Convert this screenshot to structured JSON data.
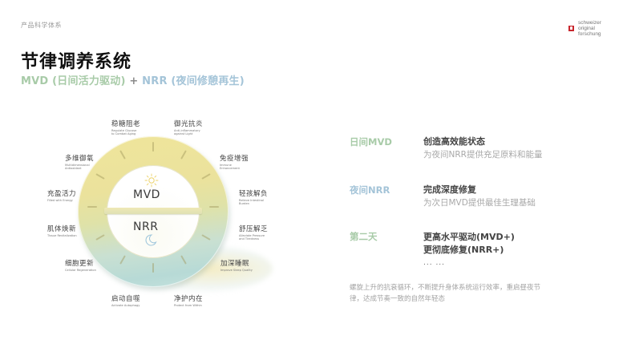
{
  "header": {
    "breadcrumb": "产品科学体系",
    "title": "节律调养系统",
    "subtitle_mvd": "MVD (日间活力驱动)",
    "subtitle_plus": " + ",
    "subtitle_nrr": "NRR (夜间修憩再生)"
  },
  "brand": {
    "line1": "schweizer",
    "line2": "original",
    "line3": "forschung",
    "color": "#c8262d"
  },
  "wheel": {
    "hub_top": "MVD",
    "hub_bottom": "NRR",
    "top_icon": "sun-icon",
    "bottom_icon": "moon-icon",
    "colors": {
      "day": "#efe59b",
      "night": "#b7dad6"
    },
    "labels": [
      {
        "zh": "稳糖阻老",
        "en": "Regulate Glucose\nto Combat Aging"
      },
      {
        "zh": "御光抗炎",
        "en": "Anti-inflammatory\nagainst Light"
      },
      {
        "zh": "免疫增强",
        "en": "Immune\nEnhancement"
      },
      {
        "zh": "轻孩解负",
        "en": "Relieve Intestinal\nBurden"
      },
      {
        "zh": "舒压解乏",
        "en": "Alleviate Pressure\nand Tiredness"
      },
      {
        "zh": "加深睡眠",
        "en": "Improve Sleep Quality"
      },
      {
        "zh": "净护内在",
        "en": "Protect from Within"
      },
      {
        "zh": "启动自噬",
        "en": "Activate Autophagy"
      },
      {
        "zh": "细胞更新",
        "en": "Cellular Regeneration"
      },
      {
        "zh": "肌体焕新",
        "en": "Tissue Revitalization"
      },
      {
        "zh": "充盈活力",
        "en": "Filled with Energy"
      },
      {
        "zh": "多维御氧",
        "en": "Multidimensional\nAntioxidant"
      }
    ]
  },
  "panel": {
    "rows": [
      {
        "key": "日间MVD",
        "key_color": "#a8cba8",
        "head": "创造高效能状态",
        "sub": "为夜间NRR提供充足原料和能量"
      },
      {
        "key": "夜间NRR",
        "key_color": "#a4c4d8",
        "head": "完成深度修复",
        "sub": "为次日MVD提供最佳生理基础"
      },
      {
        "key": "第二天",
        "key_color": "#a8cba8",
        "head": "更高水平驱动(MVD+)",
        "sub": "更彻底修复(NRR+)"
      }
    ],
    "ellipsis": "... ...",
    "summary": "螺旋上升的抗衰循环，不断提升身体系统运行效率，重启昼夜节律，达成节奏一致的自然年轻态"
  }
}
